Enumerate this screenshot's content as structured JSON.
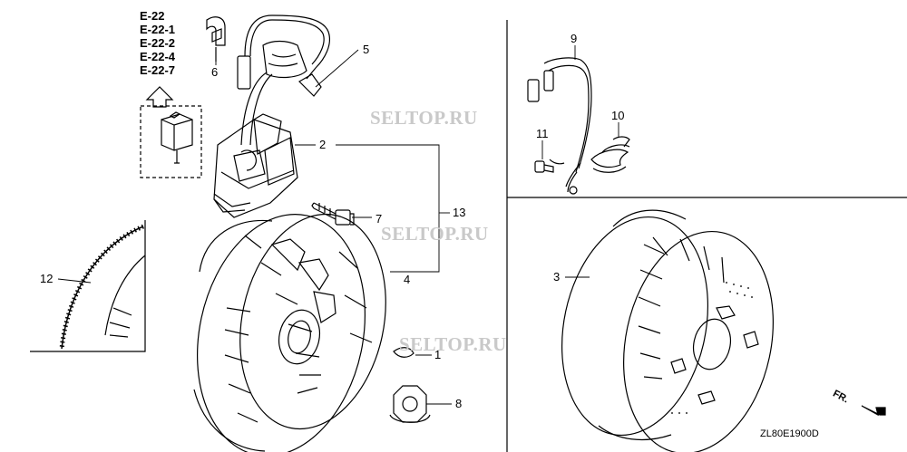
{
  "diagram": {
    "ref_codes": [
      "E-22",
      "E-22-1",
      "E-22-2",
      "E-22-4",
      "E-22-7"
    ],
    "watermarks": [
      "SELTOP.RU",
      "SELTOP.RU",
      "SELTOP.RU"
    ],
    "callouts": [
      "1",
      "2",
      "3",
      "4",
      "5",
      "6",
      "7",
      "8",
      "9",
      "10",
      "11",
      "12",
      "13"
    ],
    "diagram_code": "ZL80E1900D",
    "direction_label": "FR."
  }
}
